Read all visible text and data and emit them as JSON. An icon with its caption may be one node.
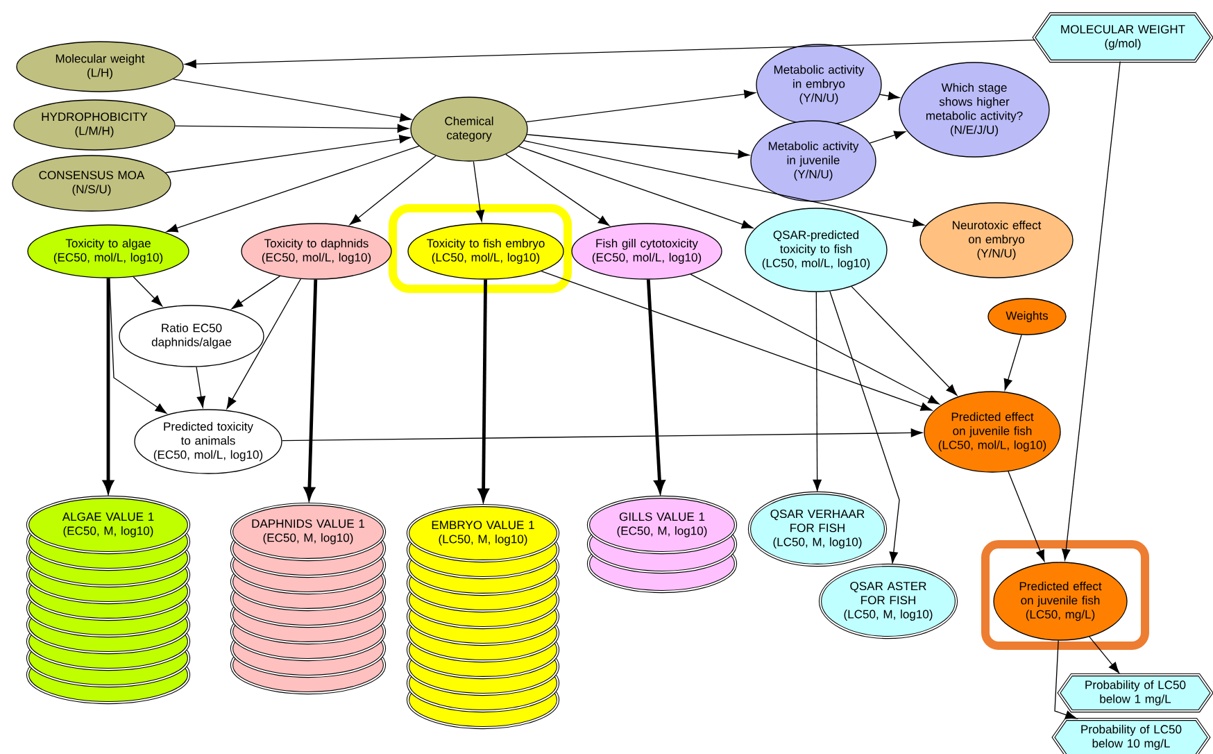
{
  "diagram": {
    "nodes": [
      {
        "text": [
          "Molecular weight",
          "(L/H)"
        ]
      },
      {
        "text": [
          "HYDROPHOBICITY",
          "(L/M/H)"
        ]
      },
      {
        "text": [
          "CONSENSUS MOA",
          "(N/S/U)"
        ]
      },
      {
        "text": [
          "Chemical category"
        ]
      },
      {
        "text": [
          "MOLECULAR WEIGHT",
          "(g/mol)"
        ]
      },
      {
        "text": [
          "Metabolic activity in embryo",
          "(Y/N/U)"
        ]
      },
      {
        "text": [
          "Metabolic activity in juvenile",
          "(Y/N/U)"
        ]
      },
      {
        "text": [
          "Which stage shows higher metabolic activity?",
          "(N/E/J/U)"
        ]
      },
      {
        "text": [
          "Toxicity to algae",
          "(EC50, mol/L, log10)"
        ]
      },
      {
        "text": [
          "Toxicity to daphnids",
          "(EC50, mol/L, log10)"
        ]
      },
      {
        "text": [
          "Toxicity to fish embryo",
          "(LC50, mol/L, log10)"
        ]
      },
      {
        "text": [
          "Fish gill cytotoxicity",
          "(EC50, mol/L, log10)"
        ]
      },
      {
        "text": [
          "QSAR-predicted toxicity to fish",
          "(LC50, mol/L, log10)"
        ]
      },
      {
        "text": [
          "Neurotoxic effect on embryo",
          "(Y/N/U)"
        ]
      },
      {
        "text": [
          "Ratio EC50 daphnids/algae"
        ]
      },
      {
        "text": [
          "Predicted toxicity to animals",
          "(EC50, mol/L, log10)"
        ]
      },
      {
        "text": [
          "Weights"
        ]
      },
      {
        "text": [
          "Predicted effect on juvenile fish",
          "(LC50, mol/L, log10)"
        ]
      },
      {
        "text": [
          "ALGAE VALUE 1",
          "(EC50, M, log10)"
        ]
      },
      {
        "text": [
          "DAPHNIDS VALUE 1",
          "(EC50, M, log10)"
        ]
      },
      {
        "text": [
          "EMBRYO VALUE 1",
          "(LC50, M, log10)"
        ]
      },
      {
        "text": [
          "GILLS VALUE 1",
          "(EC50, M, log10)"
        ]
      },
      {
        "text": [
          "QSAR VERHAAR FOR FISH",
          "(LC50, M, log10)"
        ]
      },
      {
        "text": [
          "QSAR ASTER FOR FISH",
          "(LC50, M, log10)"
        ]
      },
      {
        "text": [
          "Predicted effect on juvenile fish",
          "(LC50, mg/L)"
        ]
      },
      {
        "text": [
          "Probability of LC50 below 1 mg/L"
        ]
      },
      {
        "text": [
          "Probability of LC50 below 10 mg/L"
        ]
      }
    ],
    "edges": [
      {
        "from": 4,
        "to": 0,
        "arrow": "to"
      },
      {
        "from": 0,
        "to": 3,
        "arrow": "to"
      },
      {
        "from": 1,
        "to": 3,
        "arrow": "to"
      },
      {
        "from": 2,
        "to": 3,
        "arrow": "to"
      },
      {
        "from": 3,
        "to": 5,
        "arrow": "to"
      },
      {
        "from": 3,
        "to": 6,
        "arrow": "to"
      },
      {
        "from": 3,
        "to": 8,
        "arrow": "to"
      },
      {
        "from": 3,
        "to": 9,
        "arrow": "to"
      },
      {
        "from": 3,
        "to": 10,
        "arrow": "to"
      },
      {
        "from": 3,
        "to": 11,
        "arrow": "to"
      },
      {
        "from": 3,
        "to": 12,
        "arrow": "to"
      },
      {
        "from": 3,
        "to": 13,
        "arrow": "to"
      },
      {
        "from": 5,
        "to": 7,
        "arrow": "to"
      },
      {
        "from": 6,
        "to": 7,
        "arrow": "to"
      },
      {
        "from": 8,
        "to": 18,
        "arrow": "to",
        "style": "thick"
      },
      {
        "from": 9,
        "to": 19,
        "arrow": "to",
        "style": "thick"
      },
      {
        "from": 10,
        "to": 20,
        "arrow": "to",
        "style": "thick"
      },
      {
        "from": 11,
        "to": 21,
        "arrow": "to",
        "style": "thick"
      },
      {
        "from": 8,
        "to": 14,
        "arrow": "to"
      },
      {
        "from": 9,
        "to": 14,
        "arrow": "to"
      },
      {
        "from": 8,
        "to": 15,
        "arrow": "to"
      },
      {
        "from": 14,
        "to": 15,
        "arrow": "to"
      },
      {
        "from": 9,
        "to": 15,
        "arrow": "to"
      },
      {
        "from": 15,
        "to": 17,
        "arrow": "to"
      },
      {
        "from": 10,
        "to": 17,
        "arrow": "to"
      },
      {
        "from": 11,
        "to": 17,
        "arrow": "to"
      },
      {
        "from": 12,
        "to": 17,
        "arrow": "to"
      },
      {
        "from": 16,
        "to": 17,
        "arrow": "to"
      },
      {
        "from": 12,
        "to": 22,
        "arrow": "to"
      },
      {
        "from": 12,
        "to": 23,
        "arrow": "to"
      },
      {
        "from": 17,
        "to": 24,
        "arrow": "to"
      },
      {
        "from": 4,
        "to": 24,
        "arrow": "to"
      },
      {
        "from": 24,
        "to": 25,
        "arrow": "to"
      },
      {
        "from": 24,
        "to": 26,
        "arrow": "to"
      }
    ]
  }
}
